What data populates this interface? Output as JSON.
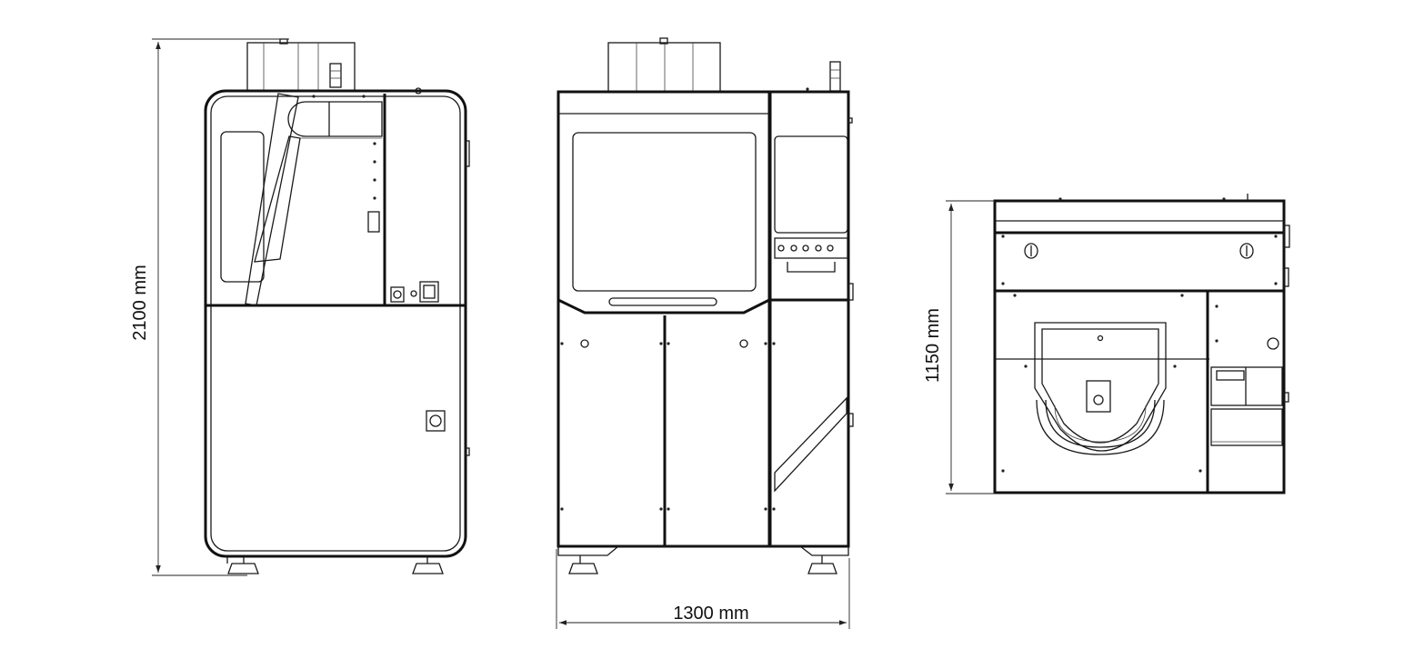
{
  "dimensions": {
    "height_side": "2100 mm",
    "width_front": "1300 mm",
    "depth_top": "1150 mm"
  }
}
